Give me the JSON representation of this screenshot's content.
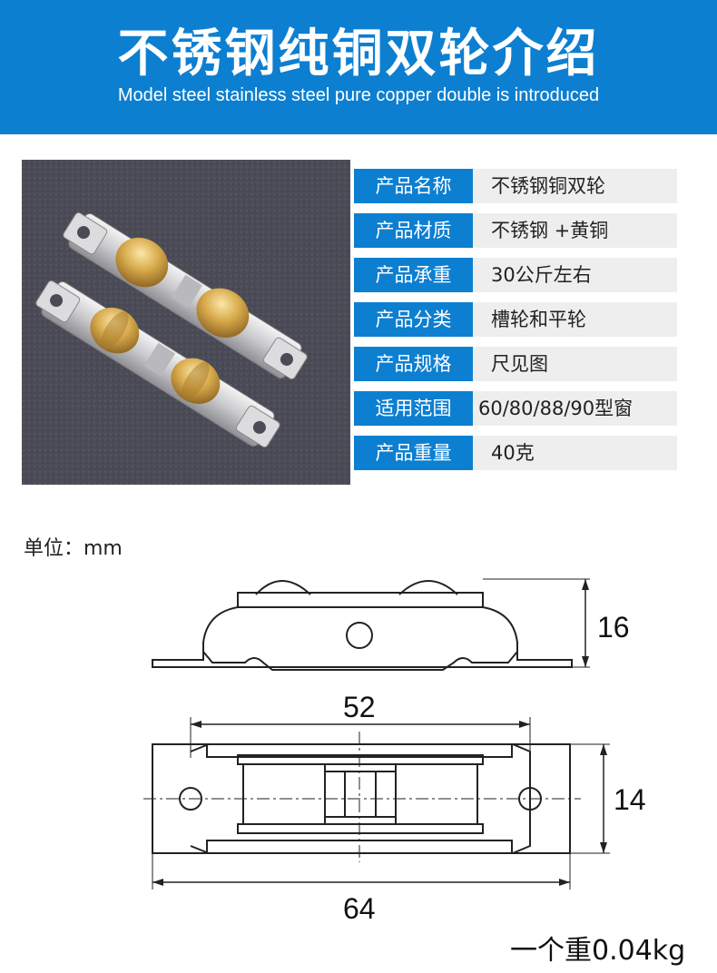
{
  "header": {
    "title": "不锈钢纯铜双轮介绍",
    "subtitle": "Model steel stainless steel pure copper double is introduced"
  },
  "specs": [
    {
      "label": "产品名称",
      "value": "不锈钢铜双轮"
    },
    {
      "label": "产品材质",
      "value": "不锈钢 +黄铜"
    },
    {
      "label": "产品承重",
      "value": "30公斤左右"
    },
    {
      "label": "产品分类",
      "value": "槽轮和平轮"
    },
    {
      "label": "产品规格",
      "value": "尺见图"
    },
    {
      "label": "适用范围",
      "value": "60/80/88/90型窗"
    },
    {
      "label": "产品重量",
      "value": "40克"
    }
  ],
  "drawing": {
    "unit": "单位：mm",
    "height_dim": "16",
    "inner_length_dim": "52",
    "width_dim": "14",
    "total_length_dim": "64",
    "weight_note": "一个重0.04kg"
  },
  "colors": {
    "brand_blue": "#0d7fd1",
    "table_value_bg": "#eeeeee"
  }
}
